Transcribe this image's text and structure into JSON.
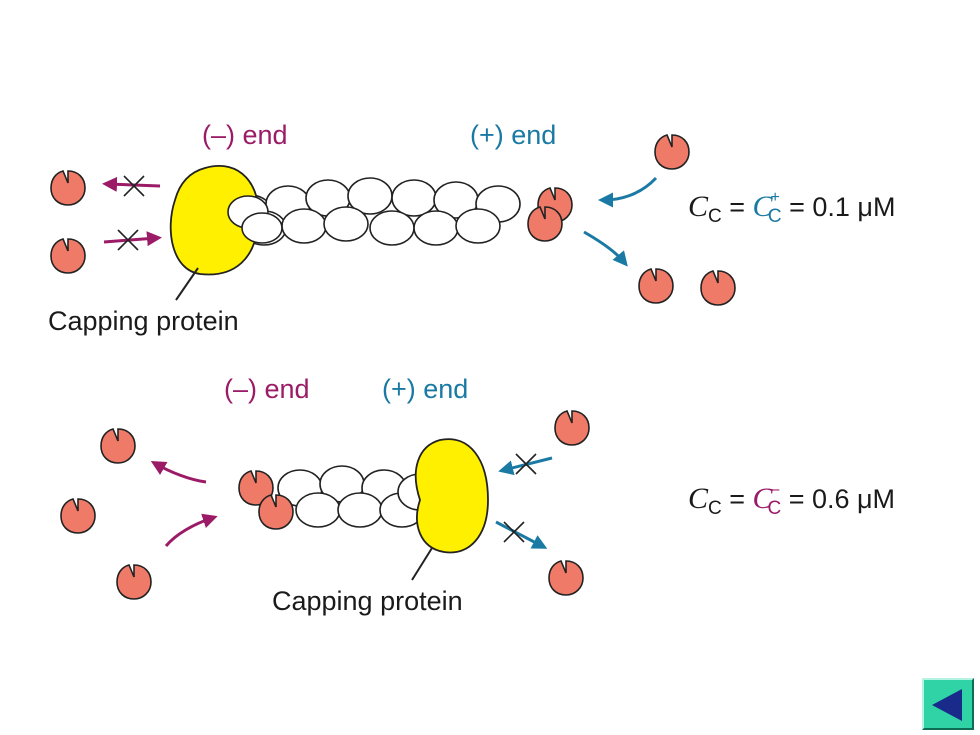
{
  "colors": {
    "minus": "#9b1b66",
    "plus": "#1b7aa3",
    "monomer": "#f07a68",
    "cap": "#fff000",
    "text": "#1a1a1a"
  },
  "top": {
    "minus_end": "(–) end",
    "plus_end": "(+) end",
    "capping_label": "Capping protein",
    "eq": {
      "c": "C",
      "sub": "C",
      "eq1": " = ",
      "c2": "C",
      "sub2": "C",
      "sup2": "+",
      "rest": " = 0.1 μM"
    }
  },
  "bottom": {
    "minus_end": "(–) end",
    "plus_end": "(+) end",
    "capping_label": "Capping protein",
    "eq": {
      "c": "C",
      "sub": "C",
      "eq1": " = ",
      "c2": "C",
      "sub2": "C",
      "sup2": "–",
      "rest": " = 0.6 μM"
    }
  },
  "icons": {
    "back": "triangle-left-icon"
  }
}
